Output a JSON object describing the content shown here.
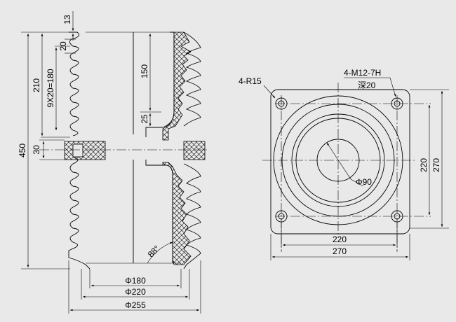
{
  "side_view": {
    "dims": {
      "d13": "13",
      "d20": "20",
      "d210": "210",
      "d9x20": "9X20=180",
      "d450": "450",
      "d30": "30",
      "d150": "150",
      "d25": "25",
      "angle": "88°",
      "phi180": "Φ180",
      "phi220": "Φ220",
      "phi255": "Φ255"
    }
  },
  "top_view": {
    "labels": {
      "r15": "4-R15",
      "m12": "4-M12-7H",
      "depth": "深20",
      "phi90": "Φ90"
    },
    "dims": {
      "w220": "220",
      "w270": "270",
      "h220": "220",
      "h270": "270"
    }
  },
  "colors": {
    "background": "#e9e9e9",
    "line": "#000000"
  }
}
